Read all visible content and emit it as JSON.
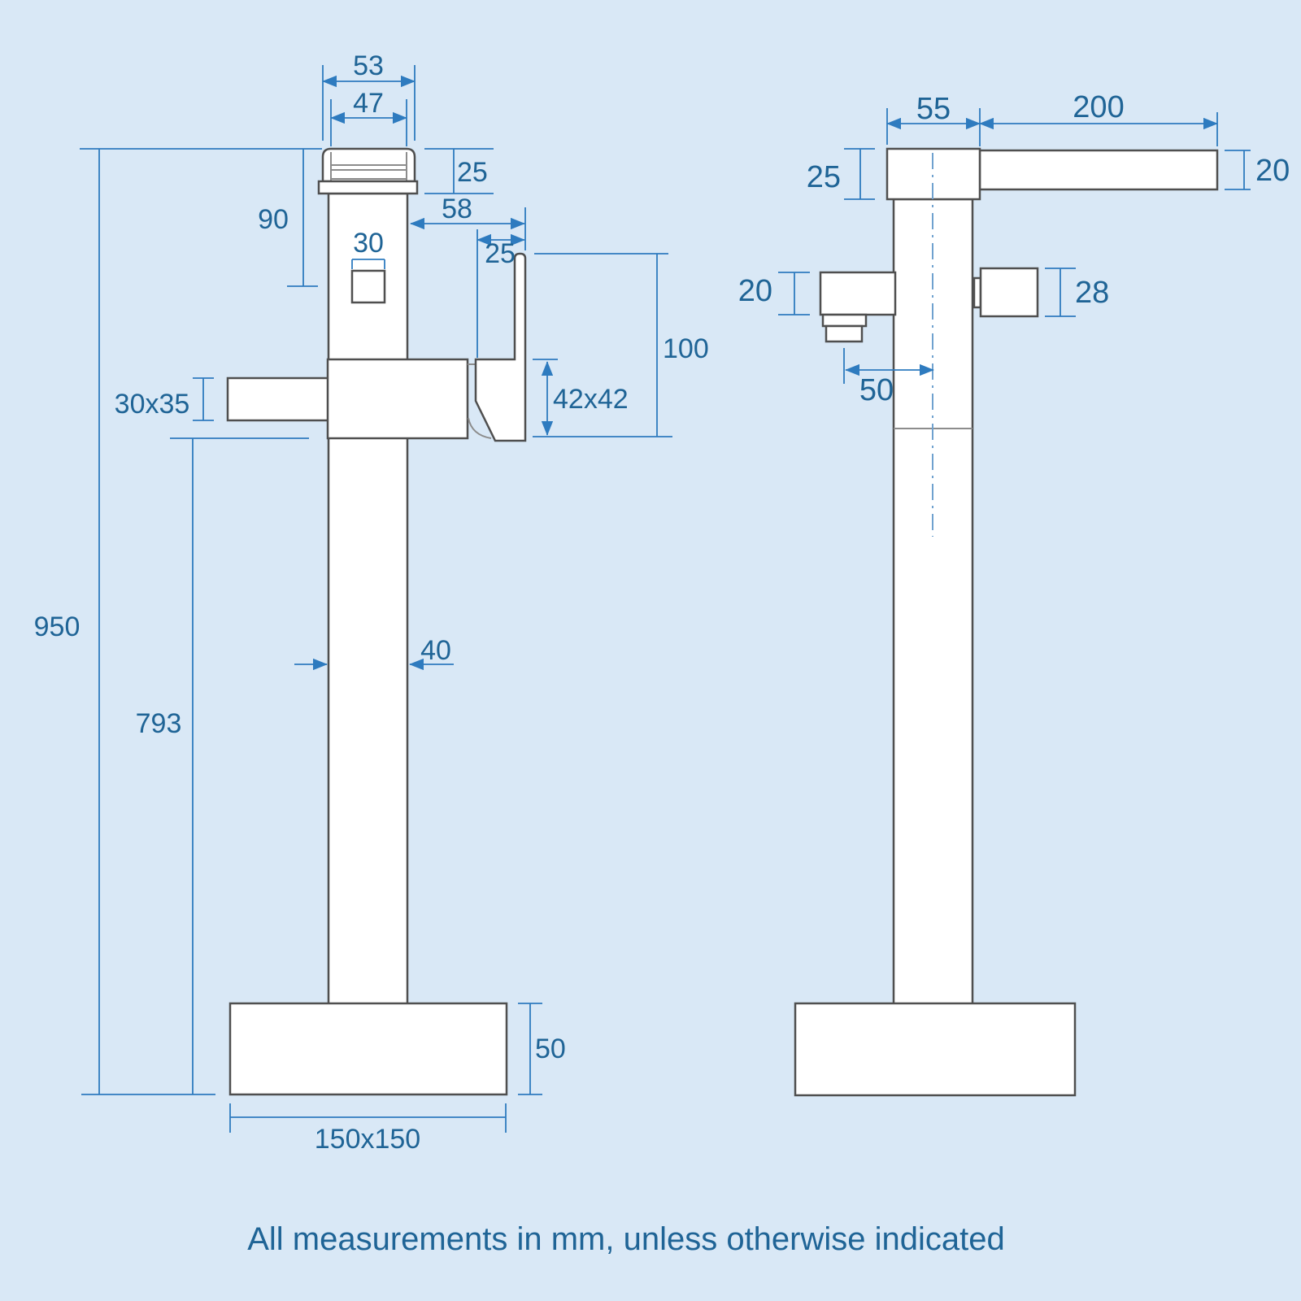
{
  "front": {
    "d53": "53",
    "d47": "47",
    "d25_cap": "25",
    "d90": "90",
    "d58": "58",
    "d25_handle": "25",
    "d30": "30",
    "d100": "100",
    "d42x42": "42x42",
    "d30x35": "30x35",
    "d950": "950",
    "d793": "793",
    "d40": "40",
    "d50_base": "50",
    "d150x150": "150x150"
  },
  "side": {
    "d55": "55",
    "d200": "200",
    "d25_head": "25",
    "d20_arm": "20",
    "d20_spout": "20",
    "d28": "28",
    "d50_offset": "50"
  },
  "footnote": "All measurements in mm, unless otherwise indicated",
  "units": "mm",
  "colors": {
    "background": "#d9e8f6",
    "outline": "#4f4f4f",
    "outline_light": "#8c8c8c",
    "dimension": "#2e7bbf",
    "label": "#1f6496",
    "centerline": "#6fa1cf"
  }
}
